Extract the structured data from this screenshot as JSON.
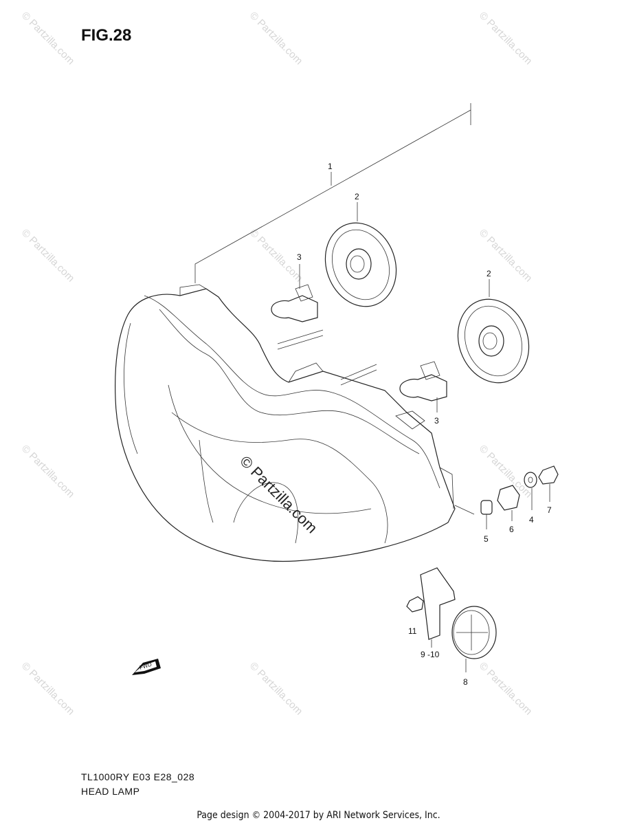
{
  "figure_title": "FIG.28",
  "model_code": "TL1000RY E03 E28_028",
  "section_name": "HEAD LAMP",
  "footer_text": "Page design © 2004-2017 by ARI Network Services, Inc.",
  "watermark_text": "© Partzilla.com",
  "fwd_label": "FWD",
  "callouts": {
    "c1": "1",
    "c2a": "2",
    "c2b": "2",
    "c3a": "3",
    "c3b": "3",
    "c4": "4",
    "c5": "5",
    "c6": "6",
    "c7": "7",
    "c8": "8",
    "c910": "9 -10",
    "c11": "11"
  }
}
